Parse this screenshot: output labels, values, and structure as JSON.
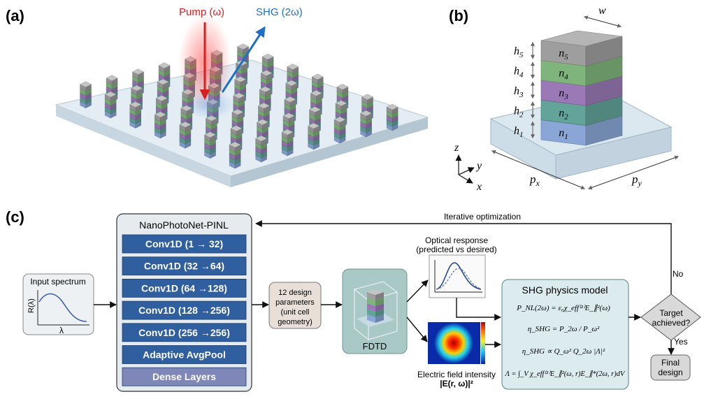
{
  "panels": {
    "a": {
      "label": "(a)",
      "pump": "Pump (ω)",
      "shg": "SHG (2ω)"
    },
    "b": {
      "label": "(b)",
      "w": "w",
      "layers": [
        {
          "h": "h1",
          "n": "n1",
          "color": "#8aa6d6"
        },
        {
          "h": "h2",
          "n": "n2",
          "color": "#62a39a"
        },
        {
          "h": "h3",
          "n": "n3",
          "color": "#9a79b6"
        },
        {
          "h": "h4",
          "n": "n4",
          "color": "#7fb57c"
        },
        {
          "h": "h5",
          "n": "n5",
          "color": "#9e9e9e"
        }
      ],
      "axes": {
        "z": "z",
        "y": "y",
        "x": "x"
      },
      "px": "px",
      "py": "py"
    },
    "c": {
      "label": "(c)",
      "input_title": "Input spectrum",
      "input_ylabel": "R(λ)",
      "input_xlabel": "λ",
      "net_title": "NanoPhotoNet-PINL",
      "net_layers": [
        "Conv1D (1 → 32)",
        "Conv1D (32 →64)",
        "Conv1D (64 →128)",
        "Conv1D (128 →256)",
        "Conv1D (256 →256)",
        "Adaptive AvgPool",
        "Dense Layers"
      ],
      "params": [
        "12 design",
        "parameters",
        "(unit cell",
        "geometry)"
      ],
      "fdtd": "FDTD",
      "optical_title": [
        "Optical response",
        "(predicted vs desired)"
      ],
      "field_caption": [
        "Electric field intensity",
        "|E(r, ω)|²"
      ],
      "physics_title": "SHG physics model",
      "equations": [
        "P_NL(2ω) = ε₀χ_eff⁽²⁾E_∥²(ω)",
        "η_SHG = P_2ω / P_ω²",
        "η_SHG ∝ Q_ω² Q_2ω |Λ|²",
        "Λ = ∫_V χ_eff⁽²⁾E_∥²(ω, r)E_∥*(2ω, r)dV"
      ],
      "decision": [
        "Target",
        "achieved?"
      ],
      "no": "No",
      "yes": "Yes",
      "final": [
        "Final",
        "design"
      ],
      "loop_label": "Iterative optimization"
    }
  },
  "colors": {
    "net_block": "#2f5f9e",
    "net_dense": "#7f86b8",
    "panel_bg": "#e9edf2",
    "physics_bg": "#dcebee",
    "fdtd_bg": "#a9c9c7",
    "params_bg": "#e8e0d8",
    "final_bg": "#d8d8d8",
    "pump": "#d62020",
    "shg": "#1f6fc4"
  }
}
